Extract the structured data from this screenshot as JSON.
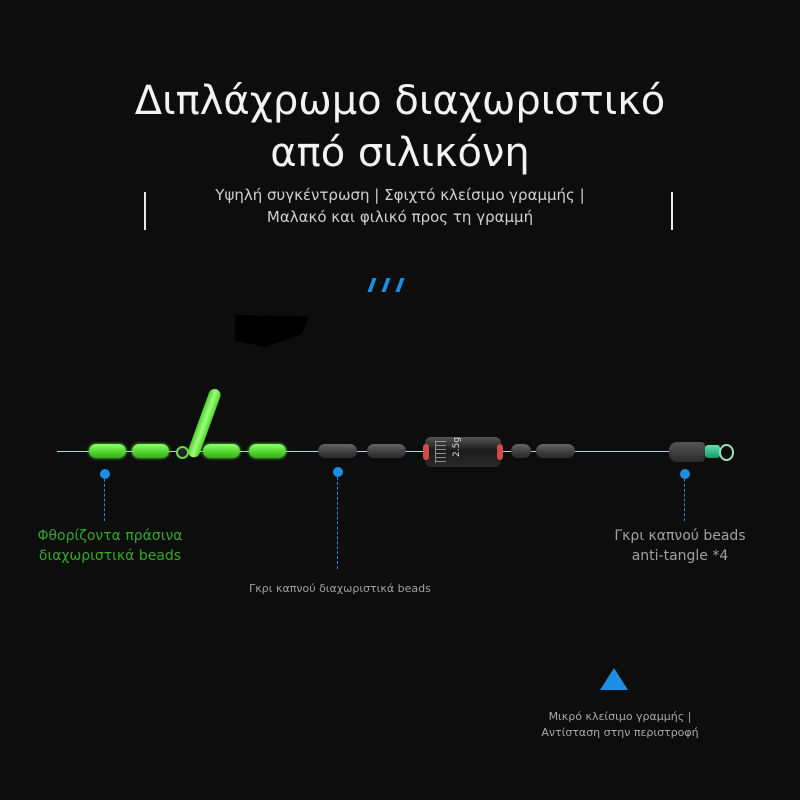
{
  "header": {
    "title_line1": "Διπλάχρωμο διαχωριστικό",
    "title_line2": "από σιλικόνη",
    "subtitle_line1": "Υψηλή συγκέντρωση | Σφιχτό κλείσιμο γραμμής |",
    "subtitle_line2": "Μαλακό και φιλικό προς τη γραμμή"
  },
  "diagram": {
    "sinker_weight": "2.5g",
    "colors": {
      "accent_blue": "#1a8fe3",
      "fluorescent_green": "#4fd22c",
      "label_green": "#35a82a",
      "line": "#a9d9e6"
    }
  },
  "callouts": {
    "green_beads": {
      "line1": "Φθορίζοντα πράσινα",
      "line2": "διαχωριστικά beads"
    },
    "gray_spacer_beads": "Γκρι καπνού διαχωριστικά beads",
    "anti_tangle_beads": {
      "line1": "Γκρι καπνού beads",
      "line2": "anti-tangle *4"
    },
    "bottom_note": {
      "line1": "Μικρό κλείσιμο γραμμής |",
      "line2": "Αντίσταση στην περιστροφή"
    }
  }
}
